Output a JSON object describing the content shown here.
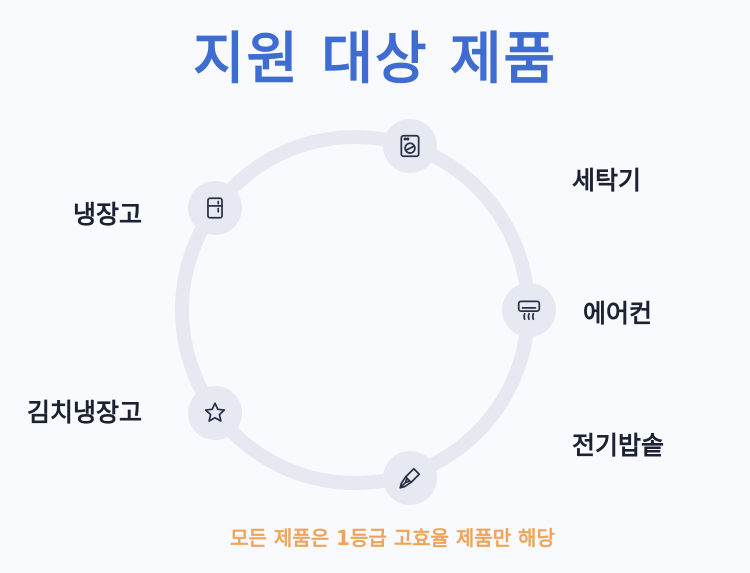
{
  "title": "지원 대상 제품",
  "items": [
    {
      "label": "세탁기",
      "icon": "washing-machine-icon"
    },
    {
      "label": "에어컨",
      "icon": "air-conditioner-icon"
    },
    {
      "label": "전기밥솥",
      "icon": "rice-cooker-icon"
    },
    {
      "label": "김치냉장고",
      "icon": "star-icon"
    },
    {
      "label": "냉장고",
      "icon": "refrigerator-icon"
    }
  ],
  "footnote": "모든 제품은 1등급 고효율 제품만 해당",
  "colors": {
    "title": "#3f6cd1",
    "ring": "#e6e9f1",
    "label": "#1c2233",
    "footnote": "#f0a45b",
    "icon": "#2a3147"
  }
}
